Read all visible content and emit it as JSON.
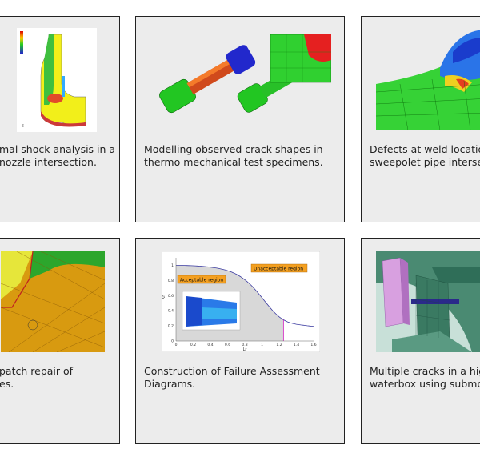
{
  "cards": [
    {
      "id": "thermal-shock",
      "caption_line1": "mal shock analysis in a",
      "caption_line2": "nozzle intersection."
    },
    {
      "id": "crack-shapes",
      "caption_line1": "Modelling observed crack shapes in",
      "caption_line2": "thermo mechanical test specimens."
    },
    {
      "id": "weld-defects",
      "caption_line1": "Defects at weld location",
      "caption_line2": "sweepolet pipe intersec"
    },
    {
      "id": "patch-repair",
      "caption_line1": " patch repair of",
      "caption_line2": "es."
    },
    {
      "id": "fad",
      "caption_line1": "Construction of Failure Assessment",
      "caption_line2": "Diagrams."
    },
    {
      "id": "multiple-cracks",
      "caption_line1": "Multiple cracks in a hig",
      "caption_line2": "waterbox using submod"
    }
  ],
  "fad_chart": {
    "label_acceptable": "Acceptable region",
    "label_unacceptable": "Unacceptable region",
    "xlabel": "Lr",
    "ylabel": "Kr",
    "x_ticks": [
      "0",
      "0.2",
      "0.4",
      "0.6",
      "0.8",
      "1",
      "1.2",
      "1.4",
      "1.6"
    ],
    "y_ticks": [
      "0",
      "0.2",
      "0.4",
      "0.6",
      "0.8",
      "1"
    ]
  }
}
